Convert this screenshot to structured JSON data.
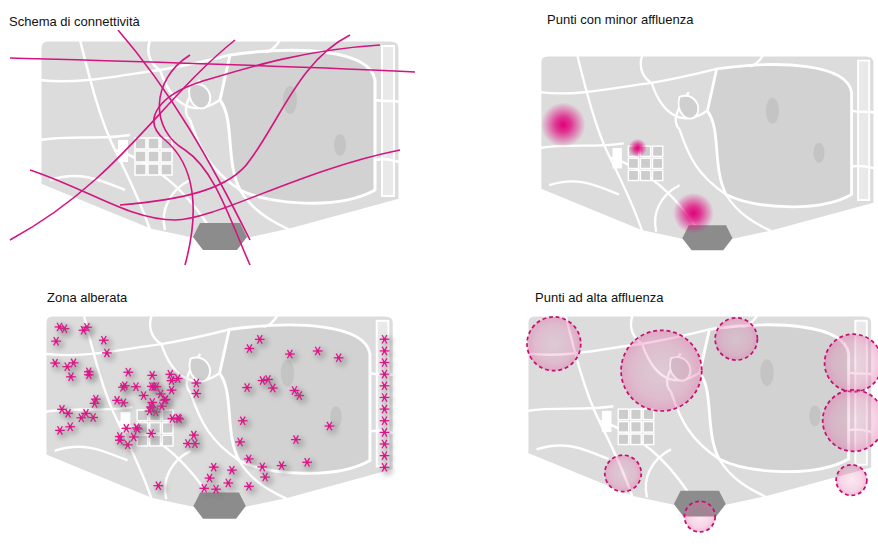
{
  "diagram": {
    "labels": [
      "Schema di connettività",
      "Punti con minor affluenza",
      "Zona alberata",
      "Punti ad alta affluenza"
    ]
  }
}
